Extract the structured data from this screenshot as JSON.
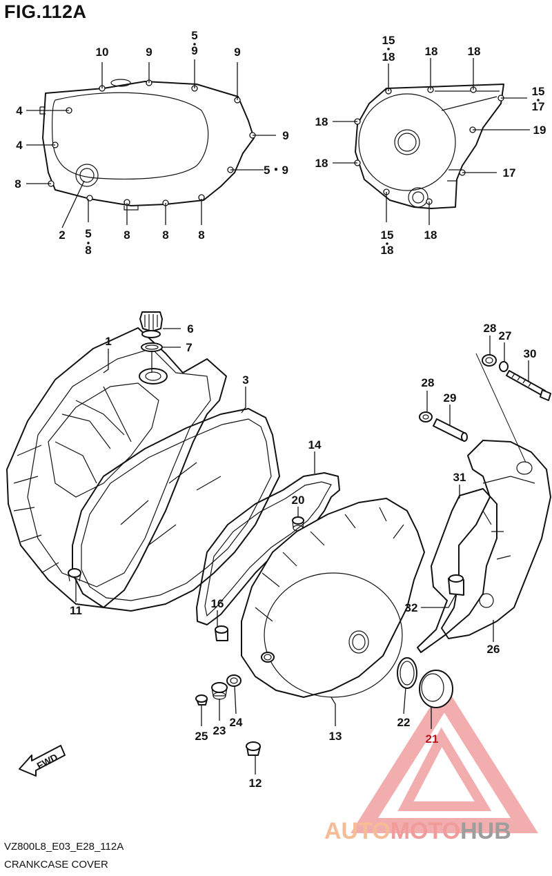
{
  "figure": {
    "title": "FIG.112A",
    "code": "VZ800L8_E03_E28_112A",
    "name": "CRANKCASE COVER"
  },
  "watermark": {
    "brand_auto": "AUTO",
    "brand_moto": "MOTO",
    "brand_hub": "HUB",
    "colors": {
      "auto": "#f4b183",
      "moto": "#f08a8a",
      "hub": "#8c8c8c",
      "triangle": "#f0a0a0"
    }
  },
  "fwd_label": "FWD",
  "callouts": [
    {
      "id": "c-10",
      "text": "10",
      "red": false
    },
    {
      "id": "c-9a",
      "text": "9",
      "red": false
    },
    {
      "id": "c-59a-5",
      "text": "5",
      "red": false
    },
    {
      "id": "c-59a-9",
      "text": "9",
      "red": false
    },
    {
      "id": "c-9b",
      "text": "9",
      "red": false
    },
    {
      "id": "c-4a",
      "text": "4",
      "red": false
    },
    {
      "id": "c-4b",
      "text": "4",
      "red": false
    },
    {
      "id": "c-9c",
      "text": "9",
      "red": false
    },
    {
      "id": "c-59b",
      "text": "5・9",
      "red": false
    },
    {
      "id": "c-8a",
      "text": "8",
      "red": false
    },
    {
      "id": "c-2",
      "text": "2",
      "red": false
    },
    {
      "id": "c-58-5",
      "text": "5",
      "red": false
    },
    {
      "id": "c-58-8",
      "text": "8",
      "red": false
    },
    {
      "id": "c-8b",
      "text": "8",
      "red": false
    },
    {
      "id": "c-8c",
      "text": "8",
      "red": false
    },
    {
      "id": "c-8d",
      "text": "8",
      "red": false
    },
    {
      "id": "c-1518a-15",
      "text": "15",
      "red": false
    },
    {
      "id": "c-1518a-18",
      "text": "18",
      "red": false
    },
    {
      "id": "c-18a",
      "text": "18",
      "red": false
    },
    {
      "id": "c-18b",
      "text": "18",
      "red": false
    },
    {
      "id": "c-1517-15",
      "text": "15",
      "red": false
    },
    {
      "id": "c-1517-17",
      "text": "17",
      "red": false
    },
    {
      "id": "c-18c",
      "text": "18",
      "red": false
    },
    {
      "id": "c-19",
      "text": "19",
      "red": false
    },
    {
      "id": "c-18d",
      "text": "18",
      "red": false
    },
    {
      "id": "c-17",
      "text": "17",
      "red": false
    },
    {
      "id": "c-1518b-15",
      "text": "15",
      "red": false
    },
    {
      "id": "c-1518b-18",
      "text": "18",
      "red": false
    },
    {
      "id": "c-18e",
      "text": "18",
      "red": false
    },
    {
      "id": "c-6",
      "text": "6",
      "red": false
    },
    {
      "id": "c-7",
      "text": "7",
      "red": false
    },
    {
      "id": "c-1",
      "text": "1",
      "red": false
    },
    {
      "id": "c-3",
      "text": "3",
      "red": false
    },
    {
      "id": "c-28a",
      "text": "28",
      "red": false
    },
    {
      "id": "c-27",
      "text": "27",
      "red": false
    },
    {
      "id": "c-30",
      "text": "30",
      "red": false
    },
    {
      "id": "c-28b",
      "text": "28",
      "red": false
    },
    {
      "id": "c-29",
      "text": "29",
      "red": false
    },
    {
      "id": "c-14",
      "text": "14",
      "red": false
    },
    {
      "id": "c-31",
      "text": "31",
      "red": false
    },
    {
      "id": "c-20",
      "text": "20",
      "red": false
    },
    {
      "id": "c-11",
      "text": "11",
      "red": false
    },
    {
      "id": "c-16",
      "text": "16",
      "red": false
    },
    {
      "id": "c-32",
      "text": "32",
      "red": false
    },
    {
      "id": "c-26",
      "text": "26",
      "red": false
    },
    {
      "id": "c-25",
      "text": "25",
      "red": false
    },
    {
      "id": "c-23",
      "text": "23",
      "red": false
    },
    {
      "id": "c-24",
      "text": "24",
      "red": false
    },
    {
      "id": "c-13",
      "text": "13",
      "red": false
    },
    {
      "id": "c-22",
      "text": "22",
      "red": false
    },
    {
      "id": "c-21",
      "text": "21",
      "red": true
    },
    {
      "id": "c-12",
      "text": "12",
      "red": false
    }
  ]
}
